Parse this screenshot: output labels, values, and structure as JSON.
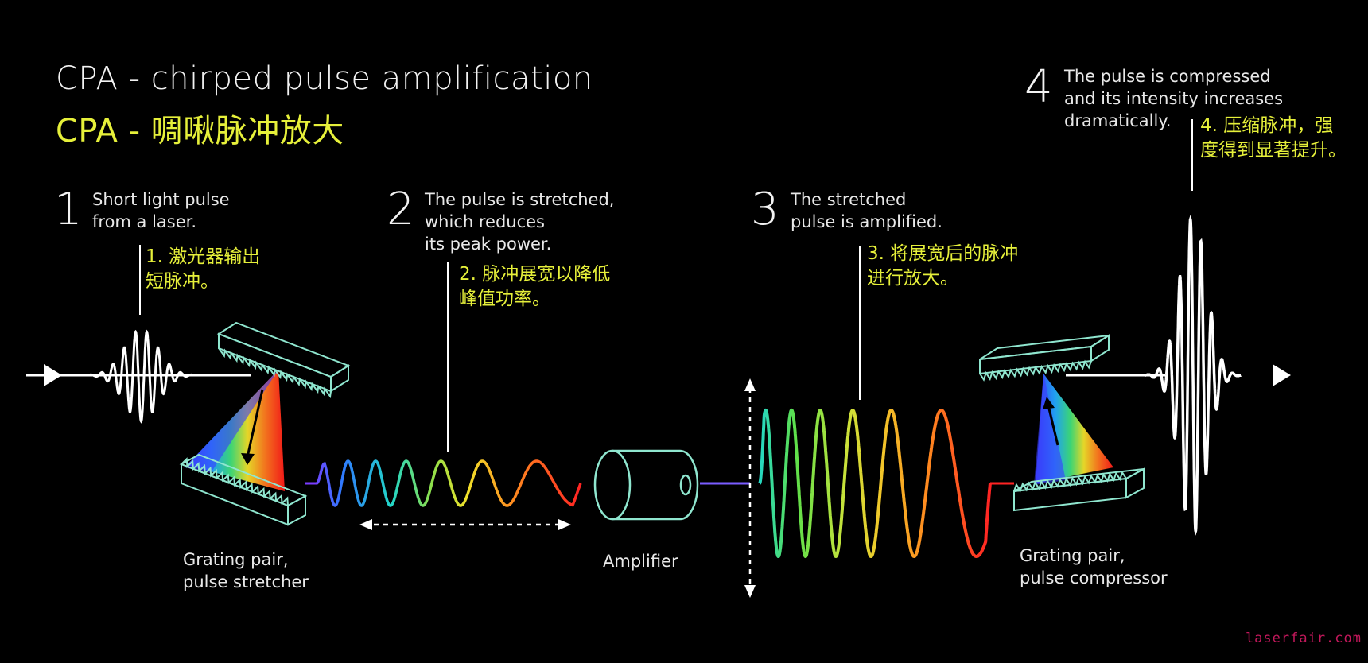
{
  "title": {
    "en": "CPA - chirped pulse amplification",
    "zh": "CPA - 啁啾脉冲放大"
  },
  "steps": [
    {
      "number": "1",
      "en_lines": [
        "Short light pulse",
        "from a laser."
      ],
      "zh_lines": [
        "1. 激光器输出",
        "短脉冲。"
      ]
    },
    {
      "number": "2",
      "en_lines": [
        "The pulse is stretched,",
        "which reduces",
        "its peak power."
      ],
      "zh_lines": [
        "2. 脉冲展宽以降低",
        "峰值功率。"
      ]
    },
    {
      "number": "3",
      "en_lines": [
        "The stretched",
        "pulse is amplified."
      ],
      "zh_lines": [
        "3. 将展宽后的脉冲",
        "进行放大。"
      ]
    },
    {
      "number": "4",
      "en_lines": [
        "The pulse is compressed",
        "and its intensity increases",
        "dramatically."
      ],
      "zh_lines": [
        "4. 压缩脉冲，强",
        "度得到显著提升。"
      ]
    }
  ],
  "labels": {
    "stretcher": [
      "Grating pair,",
      "pulse stretcher"
    ],
    "amplifier": [
      "Amplifier"
    ],
    "compressor": [
      "Grating pair,",
      "pulse compressor"
    ]
  },
  "watermark": "laserfair.com",
  "colors": {
    "background": "#000000",
    "text": "#f2f2f2",
    "chinese_text": "#e6f03a",
    "optics_outline": "#8fe6cf",
    "watermark": "#c2185b"
  }
}
